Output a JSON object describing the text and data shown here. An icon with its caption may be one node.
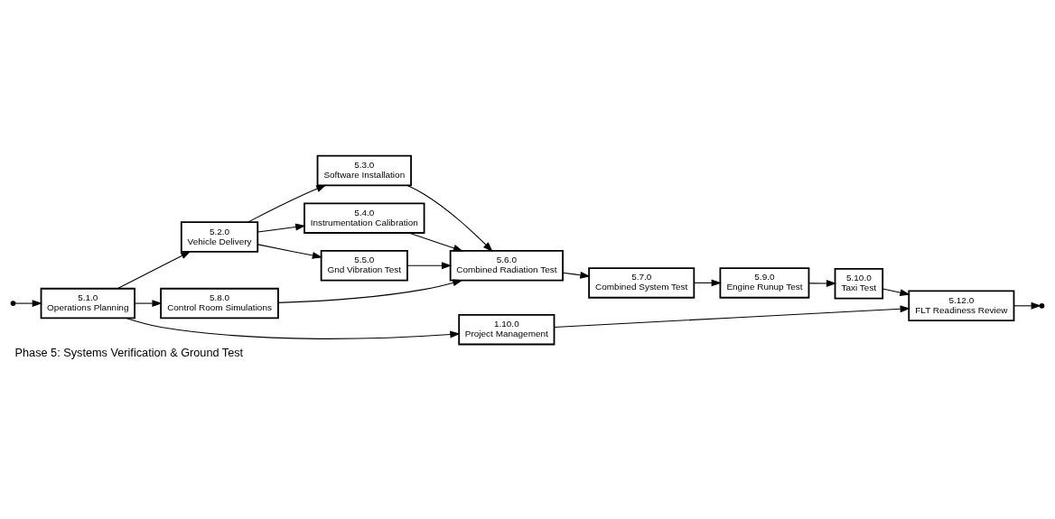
{
  "diagram": {
    "caption": "Phase 5: Systems Verification & Ground Test",
    "nodes": [
      {
        "text": [
          "5.1.0",
          "Operations Planning"
        ]
      },
      {
        "text": [
          "5.2.0",
          "Vehicle Delivery"
        ]
      },
      {
        "text": [
          "5.3.0",
          "Software Installation"
        ]
      },
      {
        "text": [
          "5.4.0",
          "Instrumentation Calibration"
        ]
      },
      {
        "text": [
          "5.5.0",
          "Gnd Vibration Test"
        ]
      },
      {
        "text": [
          "5.6.0",
          "Combined Radiation Test"
        ]
      },
      {
        "text": [
          "5.7.0",
          "Combined System Test"
        ]
      },
      {
        "text": [
          "5.8.0",
          "Control Room Simulations"
        ]
      },
      {
        "text": [
          "1.10.0",
          "Project Management"
        ]
      },
      {
        "text": [
          "5.9.0",
          "Engine Runup Test"
        ]
      },
      {
        "text": [
          "5.10.0",
          "Taxi Test"
        ]
      },
      {
        "text": [
          "5.12.0",
          "FLT Readiness Review"
        ]
      }
    ],
    "edges": [
      {
        "from": null,
        "to": 0,
        "arrow": "to"
      },
      {
        "from": 0,
        "to": 1,
        "arrow": "to"
      },
      {
        "from": 1,
        "to": 2,
        "arrow": "to"
      },
      {
        "from": 1,
        "to": 3,
        "arrow": "to"
      },
      {
        "from": 1,
        "to": 4,
        "arrow": "to"
      },
      {
        "from": 0,
        "to": 7,
        "arrow": "to"
      },
      {
        "from": 0,
        "to": 8,
        "arrow": "to"
      },
      {
        "from": 2,
        "to": 5,
        "arrow": "to"
      },
      {
        "from": 3,
        "to": 5,
        "arrow": "to"
      },
      {
        "from": 4,
        "to": 5,
        "arrow": "to"
      },
      {
        "from": 7,
        "to": 5,
        "arrow": "to"
      },
      {
        "from": 5,
        "to": 6,
        "arrow": "to"
      },
      {
        "from": 6,
        "to": 9,
        "arrow": "to"
      },
      {
        "from": 9,
        "to": 10,
        "arrow": "to"
      },
      {
        "from": 10,
        "to": 11,
        "arrow": "to"
      },
      {
        "from": 8,
        "to": 11,
        "arrow": "to"
      },
      {
        "from": 11,
        "to": null,
        "arrow": "to"
      }
    ]
  }
}
